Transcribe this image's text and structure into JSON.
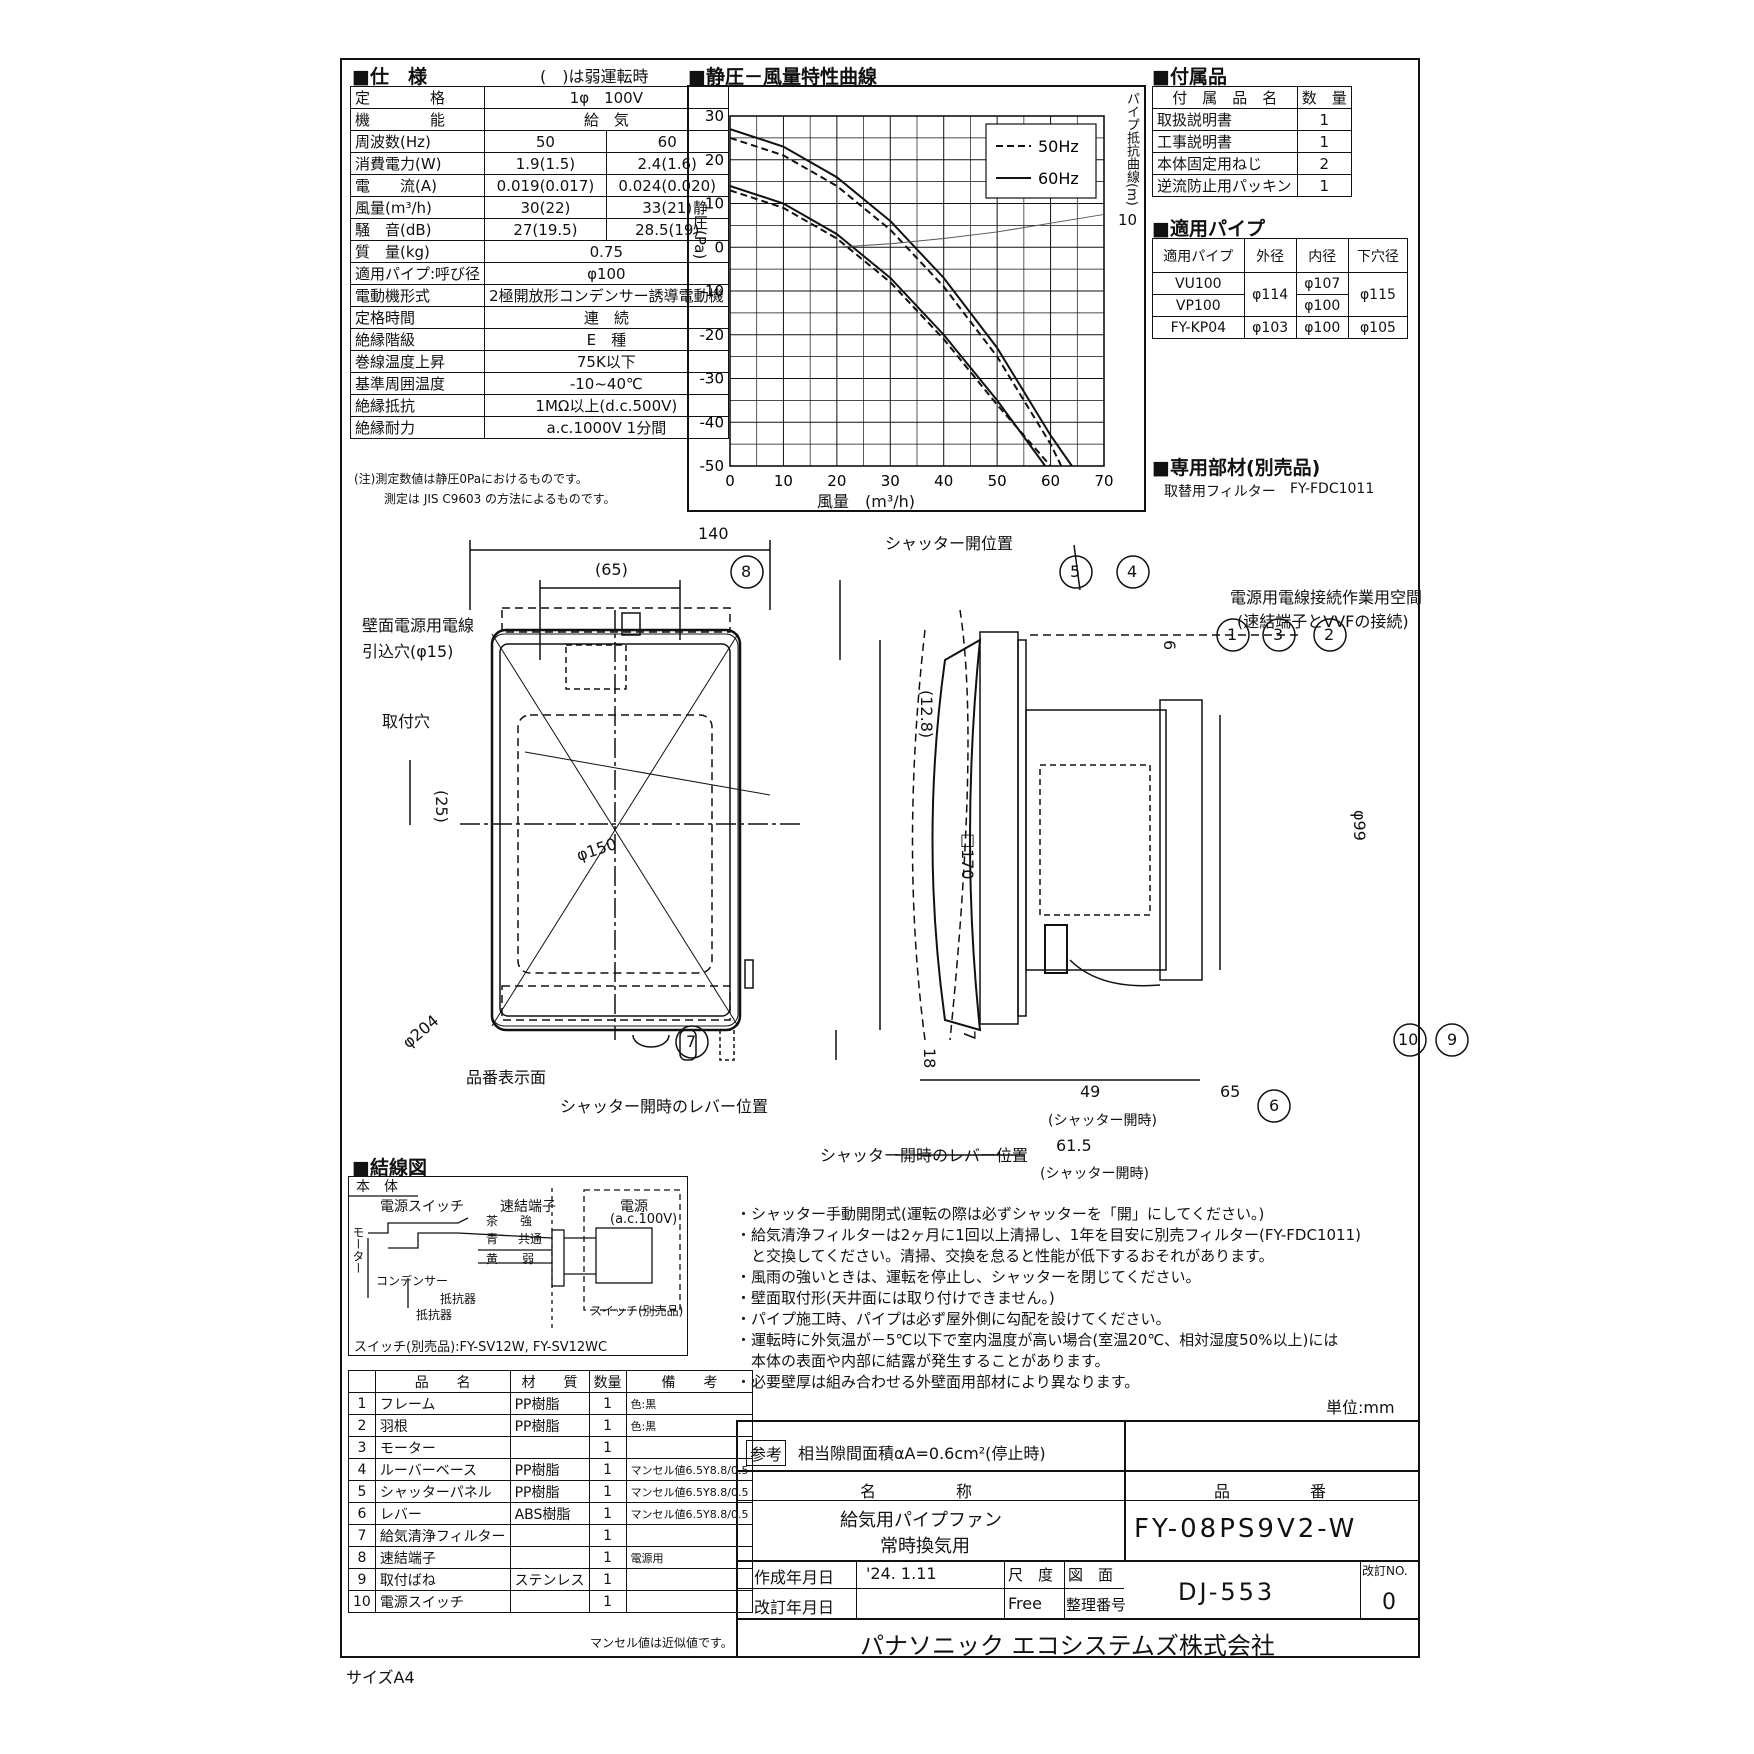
{
  "spec": {
    "heading": "■仕　様",
    "note_weak": "(　)は弱運転時",
    "rows": [
      [
        "定　　　　格",
        "1φ　100V",
        ""
      ],
      [
        "機　　　　能",
        "給　気",
        ""
      ],
      [
        "周波数(Hz)",
        "50",
        "60"
      ],
      [
        "消費電力(W)",
        "1.9(1.5)",
        "2.4(1.6)"
      ],
      [
        "電　　流(A)",
        "0.019(0.017)",
        "0.024(0.020)"
      ],
      [
        "風量(m³/h)",
        "30(22)",
        "33(21)"
      ],
      [
        "騒　音(dB)",
        "27(19.5)",
        "28.5(19)"
      ],
      [
        "質　量(kg)",
        "0.75",
        ""
      ],
      [
        "適用パイプ:呼び径",
        "φ100",
        ""
      ],
      [
        "電動機形式",
        "2極開放形コンデンサー誘導電動機",
        ""
      ],
      [
        "定格時間",
        "連　続",
        ""
      ],
      [
        "絶縁階級",
        "E　種",
        ""
      ],
      [
        "巻線温度上昇",
        "75K以下",
        ""
      ],
      [
        "基準周囲温度",
        "-10~40℃",
        ""
      ],
      [
        "絶縁抵抗",
        "1MΩ以上(d.c.500V)",
        ""
      ],
      [
        "絶縁耐力",
        "a.c.1000V 1分間",
        ""
      ]
    ],
    "footnote1": "(注)測定数値は静圧0Paにおけるものです。",
    "footnote2": "測定は JIS C9603 の方法によるものです。"
  },
  "curve": {
    "heading": "■静圧－風量特性曲線",
    "ylabel": "静圧(Pa)",
    "xlabel": "風量　(m³/h)",
    "y2label": "パイプ抵抗曲線(m)",
    "y2tick": "10",
    "legend_50": "50Hz",
    "legend_60": "60Hz",
    "xticks": [
      "0",
      "10",
      "20",
      "30",
      "40",
      "50",
      "60",
      "70"
    ],
    "yticks": [
      "30",
      "20",
      "10",
      "0",
      "-10",
      "-20",
      "-30",
      "-40",
      "-50"
    ]
  },
  "chart_data": {
    "type": "line",
    "xlabel": "風量　(m³/h)",
    "ylabel": "静圧(Pa)",
    "xlim": [
      0,
      70
    ],
    "ylim": [
      -50,
      30
    ],
    "grid": true,
    "legend": "top-right",
    "series": [
      {
        "name": "50Hz",
        "x": [
          0,
          10,
          20,
          30,
          40,
          50,
          60,
          62
        ],
        "y": [
          25,
          21,
          14,
          4,
          -9,
          -25,
          -45,
          -50
        ]
      },
      {
        "name": "60Hz",
        "x": [
          0,
          10,
          20,
          30,
          40,
          50,
          60,
          64
        ],
        "y": [
          27,
          23,
          16,
          6,
          -7,
          -23,
          -43,
          -50
        ]
      },
      {
        "name": "50Hz",
        "x": [
          0,
          10,
          20,
          30,
          40,
          50,
          60
        ],
        "y": [
          13,
          9,
          2,
          -8,
          -21,
          -36,
          -50
        ]
      },
      {
        "name": "60Hz",
        "x": [
          0,
          10,
          20,
          30,
          40,
          50,
          59
        ],
        "y": [
          14,
          10,
          3,
          -7,
          -20,
          -35,
          -50
        ]
      },
      {
        "name": "",
        "x": [
          20,
          30,
          40,
          50,
          60,
          70
        ],
        "y": [
          0,
          0.8,
          2,
          3.5,
          5.5,
          7.5
        ]
      }
    ]
  },
  "accessories": {
    "heading": "■付属品",
    "h_name": "付　属　品　名",
    "h_qty": "数　量",
    "rows": [
      [
        "取扱説明書",
        "1"
      ],
      [
        "工事説明書",
        "1"
      ],
      [
        "本体固定用ねじ",
        "2"
      ],
      [
        "逆流防止用パッキン",
        "1"
      ]
    ]
  },
  "pipes": {
    "heading": "■適用パイプ",
    "headers": [
      "適用パイプ",
      "外径",
      "内径",
      "下穴径"
    ],
    "rows": [
      [
        "VU100",
        "φ114",
        "φ107",
        "φ115"
      ],
      [
        "VP100",
        "",
        "φ100",
        ""
      ],
      [
        "FY-KP04",
        "φ103",
        "φ100",
        "φ105"
      ]
    ]
  },
  "options": {
    "heading": "■専用部材(別売品)",
    "item": "取替用フィルター",
    "model": "FY-FDC1011"
  },
  "drawing": {
    "d140": "140",
    "d65": "(65)",
    "wall_wire": "壁面電源用電線",
    "wall_hole": "引込穴(φ15)",
    "mount_hole": "取付穴",
    "d25": "(25)",
    "d150": "φ150",
    "d204": "φ204",
    "label_plate": "品番表示面",
    "lever1": "シャッター開時のレバー位置",
    "lever2": "シャッター開時のレバー位置",
    "shutter_open": "シャッター開位置",
    "work_space1": "電源用電線接続作業用空間",
    "work_space2": "(速結端子とVVFの接続)",
    "d128": "(12.8)",
    "d170": "□170",
    "d6": "6",
    "d99": "φ99",
    "d18": "18",
    "d7": "7",
    "d49": "49",
    "d65b": "65",
    "d615": "61.5",
    "shut_open_a": "(シャッター開時)",
    "shut_open_b": "(シャッター開時)",
    "balloons": [
      "1",
      "2",
      "3",
      "4",
      "5",
      "6",
      "7",
      "8",
      "9",
      "10"
    ]
  },
  "wiring": {
    "heading": "■結線図",
    "body": "本　体",
    "power_switch": "電源スイッチ",
    "terminal": "速結端子",
    "brown": "茶",
    "blue": "青",
    "yellow": "黄",
    "strong": "強",
    "common": "共通",
    "weak": "弱",
    "motor": "モーター",
    "condenser": "コンデンサー",
    "resistor": "抵抗器",
    "resistor2": "抵抗器",
    "power": "電源",
    "power_v": "(a.c.100V)",
    "switch_opt": "スイッチ(別売品)",
    "switch_models": "スイッチ(別売品):FY-SV12W, FY-SV12WC"
  },
  "parts": {
    "headers": [
      "",
      "品　　名",
      "材　　質",
      "数量",
      "備　　考"
    ],
    "rows": [
      [
        "1",
        "フレーム",
        "PP樹脂",
        "1",
        "色:黒"
      ],
      [
        "2",
        "羽根",
        "PP樹脂",
        "1",
        "色:黒"
      ],
      [
        "3",
        "モーター",
        "",
        "1",
        ""
      ],
      [
        "4",
        "ルーバーベース",
        "PP樹脂",
        "1",
        "マンセル値6.5Y8.8/0.5"
      ],
      [
        "5",
        "シャッターパネル",
        "PP樹脂",
        "1",
        "マンセル値6.5Y8.8/0.5"
      ],
      [
        "6",
        "レバー",
        "ABS樹脂",
        "1",
        "マンセル値6.5Y8.8/0.5"
      ],
      [
        "7",
        "給気清浄フィルター",
        "",
        "1",
        ""
      ],
      [
        "8",
        "速結端子",
        "",
        "1",
        "電源用"
      ],
      [
        "9",
        "取付ばね",
        "ステンレス",
        "1",
        ""
      ],
      [
        "10",
        "電源スイッチ",
        "",
        "1",
        ""
      ]
    ],
    "munsell_note": "マンセル値は近似値です。"
  },
  "notes": [
    "・シャッター手動開閉式(運転の際は必ずシャッターを「開」にしてください。)",
    "・給気清浄フィルターは2ヶ月に1回以上清掃し、1年を目安に別売フィルター(FY-FDC1011)",
    "　と交換してください。清掃、交換を怠ると性能が低下するおそれがあります。",
    "・風雨の強いときは、運転を停止し、シャッターを閉じてください。",
    "・壁面取付形(天井面には取り付けできません。)",
    "・パイプ施工時、パイプは必ず屋外側に勾配を設けてください。",
    "・運転時に外気温が－5℃以下で室内温度が高い場合(室温20℃、相対湿度50%以上)には",
    "　本体の表面や内部に結露が発生することがあります。",
    "・必要壁厚は組み合わせる外壁面用部材により異なります。"
  ],
  "unit": "単位:mm",
  "title_block": {
    "ref_tag": "参考",
    "ref_text": "相当隙間面積αA=0.6cm²(停止時)",
    "h_name": "名　　　　　称",
    "h_model": "品　　　　　番",
    "name1": "給気用パイプファン",
    "name2": "常時換気用",
    "model": "FY-08PS9V2-W",
    "created_label": "作成年月日",
    "created": "'24. 1.11",
    "revised_label": "改訂年月日",
    "scale_label": "尺　度",
    "scale": "Free",
    "dwg_label1": "図　面",
    "dwg_label2": "整理番号",
    "dwg_no": "DJ-553",
    "rev_label": "改訂NO.",
    "rev": "0",
    "company": "パナソニック エコシステムズ株式会社"
  },
  "size": "サイズA4"
}
